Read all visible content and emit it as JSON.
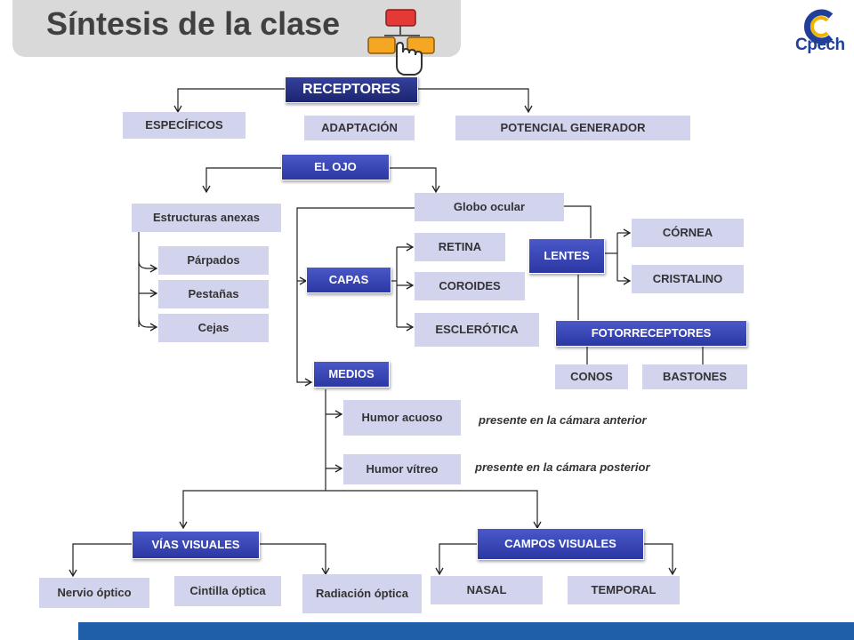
{
  "header": {
    "title": "Síntesis de la clase",
    "logo_text": "Cpech"
  },
  "diagram": {
    "receptores": "RECEPTORES",
    "especificos": "ESPECÍFICOS",
    "adaptacion": "ADAPTACIÓN",
    "potencial_generador": "POTENCIAL GENERADOR",
    "el_ojo": "EL OJO",
    "estructuras_anexas": "Estructuras anexas",
    "parpados": "Párpados",
    "pestanas": "Pestañas",
    "cejas": "Cejas",
    "globo_ocular": "Globo ocular",
    "capas": "CAPAS",
    "retina": "RETINA",
    "coroides": "COROIDES",
    "esclerotica": "ESCLERÓTICA",
    "lentes": "LENTES",
    "cornea": "CÓRNEA",
    "cristalino": "CRISTALINO",
    "fotorreceptores": "FOTORRECEPTORES",
    "conos": "CONOS",
    "bastones": "BASTONES",
    "medios": "MEDIOS",
    "humor_acuoso": "Humor acuoso",
    "humor_vitreo": "Humor vítreo",
    "nota_acuoso": "presente en la cámara anterior",
    "nota_vitreo": "presente en la cámara posterior",
    "vias_visuales": "VÍAS VISUALES",
    "nervio_optico": "Nervio óptico",
    "cintilla_optica": "Cintilla óptica",
    "radiacion_optica": "Radiación óptica",
    "campos_visuales": "CAMPOS VISUALES",
    "nasal": "NASAL",
    "temporal": "TEMPORAL"
  },
  "colors": {
    "light_box": "#d2d4ee",
    "blue_box": "#3340b0",
    "footer": "#1f5ea8"
  }
}
